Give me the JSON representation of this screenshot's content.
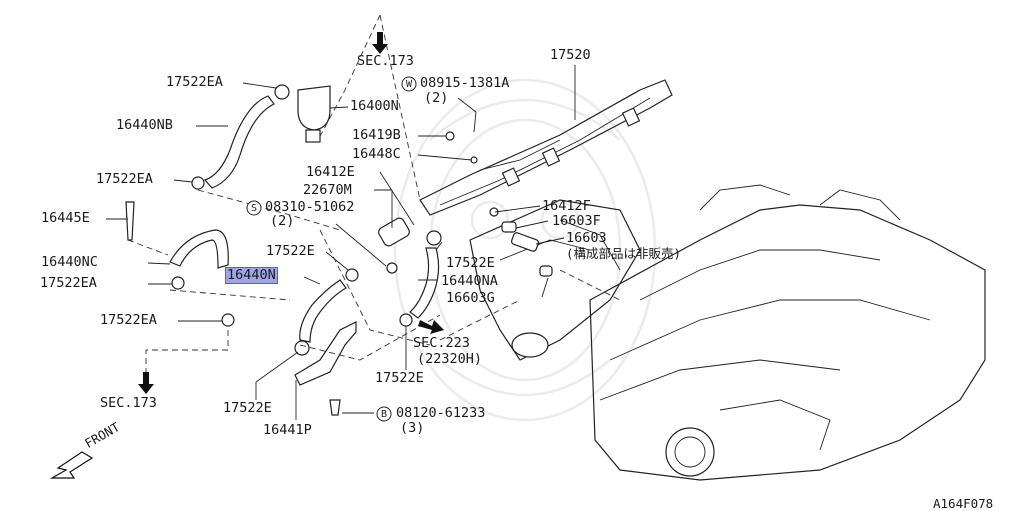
{
  "labels": {
    "l_17522EA_top": "17522EA",
    "l_16440NB": "16440NB",
    "l_17522EA_mid": "17522EA",
    "l_16445E": "16445E",
    "l_16440NC": "16440NC",
    "l_17522EA_low": "17522EA",
    "l_17522EA_bot": "17522EA",
    "l_sec173_bot": "SEC.173",
    "l_front": "FRONT",
    "l_sec173_top": "SEC.173",
    "l_16400N": "16400N",
    "l_w_08915": "08915-1381A",
    "l_w_qty": "(2)",
    "l_16419B": "16419B",
    "l_16448C": "16448C",
    "l_16412E": "16412E",
    "l_22670M": "22670M",
    "l_s_08310": "08310-51062",
    "l_s_qty": "(2)",
    "l_17522E_mid": "17522E",
    "l_16440N": "16440N",
    "l_17522E_right": "17522E",
    "l_16440NA": "16440NA",
    "l_sec223": "SEC.223",
    "l_22320H": "(22320H)",
    "l_17522E_botc": "17522E",
    "l_17522E_botl": "17522E",
    "l_16441P": "16441P",
    "l_b_08120": "08120-61233",
    "l_b_qty": "(3)",
    "l_17520": "17520",
    "l_16412F": "16412F",
    "l_16603F": "16603F",
    "l_16603": "16603",
    "l_notsold": "(構成部品は非販売)",
    "l_16603G": "16603G",
    "l_code": "A164F078"
  },
  "circled": {
    "w": "W",
    "s": "S",
    "b": "B"
  }
}
